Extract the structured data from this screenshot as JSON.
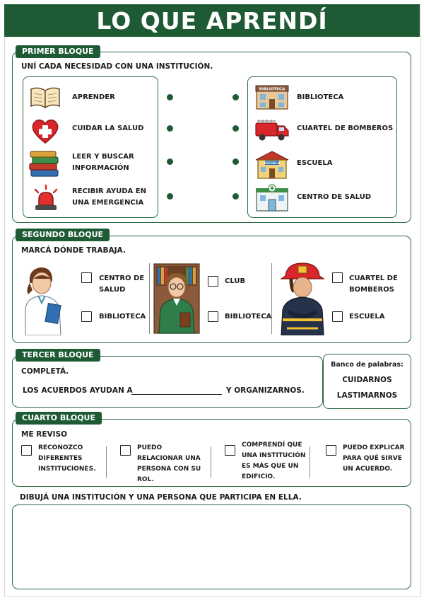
{
  "title": "LO QUE APRENDÍ",
  "block1": {
    "label": "PRIMER BLOQUE",
    "instruction": "UNÍ CADA NECESIDAD CON UNA INSTITUCIÓN.",
    "needs": [
      "APRENDER",
      "CUIDAR LA SALUD",
      "LEER Y BUSCAR INFORMACIÓN",
      "RECIBIR AYUDA EN UNA EMERGENCIA"
    ],
    "institutions": [
      "BIBLIOTECA",
      "CUARTEL DE BOMBEROS",
      "ESCUELA",
      "CENTRO DE SALUD"
    ],
    "building_sign_library": "BIBLIOTECA",
    "building_sign_school": "ESCUELA"
  },
  "block2": {
    "label": "SEGUNDO BLOQUE",
    "instruction": "MARCÁ DÓNDE TRABAJA.",
    "groups": [
      {
        "person": "nurse",
        "options": [
          "CENTRO DE SALUD",
          "BIBLIOTECA"
        ]
      },
      {
        "person": "librarian",
        "options": [
          "CLUB",
          "BIBLIOTECA"
        ]
      },
      {
        "person": "firefighter",
        "options": [
          "CUARTEL DE BOMBEROS",
          "ESCUELA"
        ]
      }
    ]
  },
  "block3": {
    "label": "TERCER BLOQUE",
    "instruction": "COMPLETÁ.",
    "sentence_start": "LOS ACUERDOS AYUDAN A",
    "sentence_end": "Y ORGANIZARNOS.",
    "word_bank_title": "Banco de palabras:",
    "word_bank": [
      "CUIDARNOS",
      "LASTIMARNOS"
    ]
  },
  "block4": {
    "label": "CUARTO BLOQUE",
    "instruction": "ME REVISO",
    "items": [
      "RECONOZCO DIFERENTES INSTITUCIONES.",
      "PUEDO RELACIONAR UNA PERSONA CON SU ROL.",
      "COMPRENDÍ QUE UNA INSTITUCIÓN ES MÁS QUE UN EDIFICIO.",
      "PUEDO EXPLICAR PARA QUÉ SIRVE UN ACUERDO."
    ]
  },
  "drawing": {
    "instruction": "DIBUJÁ UNA INSTITUCIÓN Y UNA PERSONA QUE PARTICIPA EN ELLA."
  },
  "colors": {
    "brand_green": "#1e5b35",
    "border_green": "#2d6a41"
  }
}
